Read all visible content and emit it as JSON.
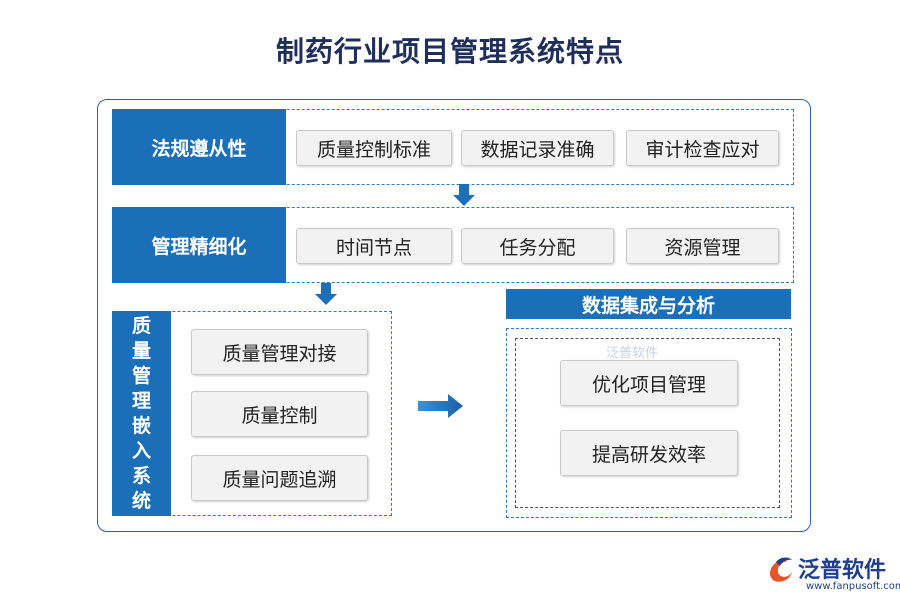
{
  "title": "制药行业项目管理系统特点",
  "row1": {
    "label": "法规遵从性",
    "items": [
      "质量控制标准",
      "数据记录准确",
      "审计检查应对"
    ]
  },
  "row2": {
    "label": "管理精细化",
    "items": [
      "时间节点",
      "任务分配",
      "资源管理"
    ]
  },
  "left_block": {
    "label_chars": [
      "质",
      "量",
      "管",
      "理",
      "嵌",
      "入",
      "系",
      "统"
    ],
    "items": [
      "质量管理对接",
      "质量控制",
      "质量问题追溯"
    ]
  },
  "right_block": {
    "header": "数据集成与分析",
    "items": [
      "优化项目管理",
      "提高研发效率"
    ]
  },
  "watermark": "泛普软件",
  "brand": {
    "name": "泛普软件",
    "url": "www.fanpusoft.com"
  },
  "colors": {
    "accent": "#1a6fb8",
    "title": "#1f2f5a",
    "outer_border": "#2f5fb4"
  }
}
